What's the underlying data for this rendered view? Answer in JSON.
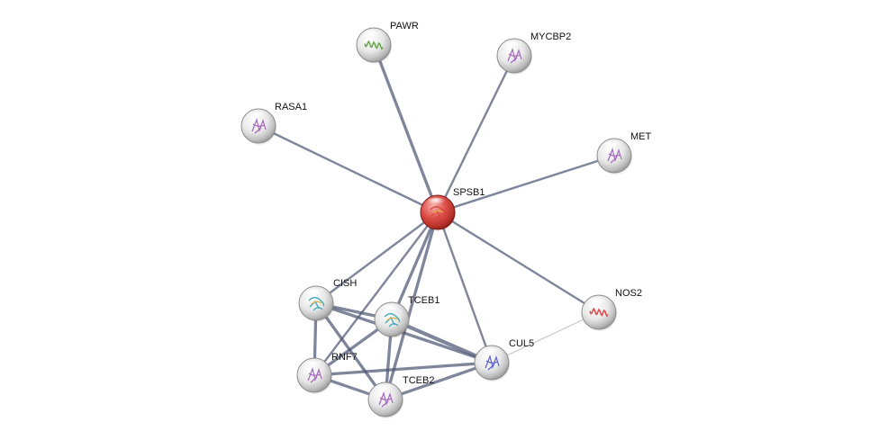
{
  "network": {
    "nodes": [
      {
        "id": "spsb1",
        "label": "SPSB1",
        "query": true,
        "structure": "mixed",
        "color": "#d9453d"
      },
      {
        "id": "pawr",
        "label": "PAWR",
        "query": false,
        "structure": "helix",
        "color": "#6aa84f"
      },
      {
        "id": "mycbp2",
        "label": "MYCBP2",
        "query": false,
        "structure": "sheet",
        "color": "#9b59b6"
      },
      {
        "id": "rasa1",
        "label": "RASA1",
        "query": false,
        "structure": "sheet",
        "color": "#9b59b6"
      },
      {
        "id": "met",
        "label": "MET",
        "query": false,
        "structure": "sheet",
        "color": "#9b59b6"
      },
      {
        "id": "cish",
        "label": "CISH",
        "query": false,
        "structure": "mixed",
        "color": "#3aa6b9"
      },
      {
        "id": "tceb1",
        "label": "TCEB1",
        "query": false,
        "structure": "mixed",
        "color": "#3aa6b9"
      },
      {
        "id": "nos2",
        "label": "NOS2",
        "query": false,
        "structure": "helix",
        "color": "#e05050"
      },
      {
        "id": "cul5",
        "label": "CUL5",
        "query": false,
        "structure": "sheet",
        "color": "#4a50c8"
      },
      {
        "id": "rnf7",
        "label": "RNF7",
        "query": false,
        "structure": "sheet",
        "color": "#9b59b6"
      },
      {
        "id": "tceb2",
        "label": "TCEB2",
        "query": false,
        "structure": "sheet",
        "color": "#9b59b6"
      }
    ],
    "edges": [
      {
        "source": "spsb1",
        "target": "pawr",
        "weight": 3
      },
      {
        "source": "spsb1",
        "target": "mycbp2",
        "weight": 2
      },
      {
        "source": "spsb1",
        "target": "rasa1",
        "weight": 2
      },
      {
        "source": "spsb1",
        "target": "met",
        "weight": 2
      },
      {
        "source": "spsb1",
        "target": "nos2",
        "weight": 2
      },
      {
        "source": "spsb1",
        "target": "cish",
        "weight": 2
      },
      {
        "source": "spsb1",
        "target": "tceb1",
        "weight": 3
      },
      {
        "source": "spsb1",
        "target": "cul5",
        "weight": 2
      },
      {
        "source": "spsb1",
        "target": "rnf7",
        "weight": 2
      },
      {
        "source": "spsb1",
        "target": "tceb2",
        "weight": 3
      },
      {
        "source": "nos2",
        "target": "cul5",
        "weight": 1
      },
      {
        "source": "cish",
        "target": "tceb1",
        "weight": 3
      },
      {
        "source": "cish",
        "target": "rnf7",
        "weight": 3
      },
      {
        "source": "cish",
        "target": "tceb2",
        "weight": 3
      },
      {
        "source": "cish",
        "target": "cul5",
        "weight": 3
      },
      {
        "source": "tceb1",
        "target": "rnf7",
        "weight": 3
      },
      {
        "source": "tceb1",
        "target": "tceb2",
        "weight": 3
      },
      {
        "source": "tceb1",
        "target": "cul5",
        "weight": 4
      },
      {
        "source": "rnf7",
        "target": "tceb2",
        "weight": 3
      },
      {
        "source": "rnf7",
        "target": "cul5",
        "weight": 3
      },
      {
        "source": "tceb2",
        "target": "cul5",
        "weight": 3
      }
    ],
    "edge_color": "#4d5675",
    "light_edge_color": "#c8c8c8"
  }
}
